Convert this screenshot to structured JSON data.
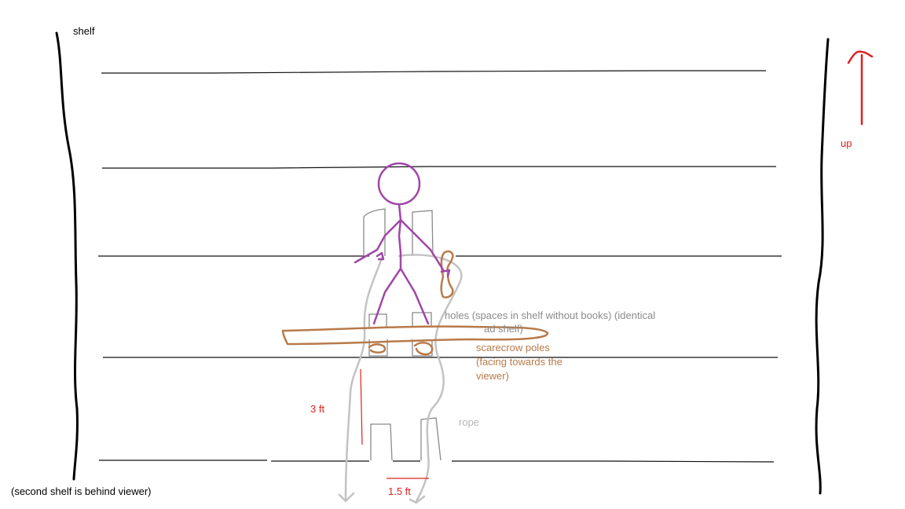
{
  "labels": {
    "shelf": "shelf",
    "second_shelf_note": "(second shelf is behind viewer)",
    "up": "up",
    "holes": "holes (spaces in shelf without books) (identical",
    "holes_cont": "ad shelf)",
    "scarecrow_line1": "scarecrow poles",
    "scarecrow_line2": "(facing towards the",
    "scarecrow_line3": "viewer)",
    "rope": "rope",
    "height": "3 ft",
    "width": "1.5 ft"
  },
  "colors": {
    "ink": "#000000",
    "shelf_line": "#111111",
    "figure": "#a046a8",
    "pole": "#b87a4a",
    "rope": "#c3c3c3",
    "hole": "#8a8a8a",
    "annotation": "#e02020",
    "text": "#000000",
    "hole_text": "#8a8a8a",
    "rope_text": "#b5b5b5"
  }
}
